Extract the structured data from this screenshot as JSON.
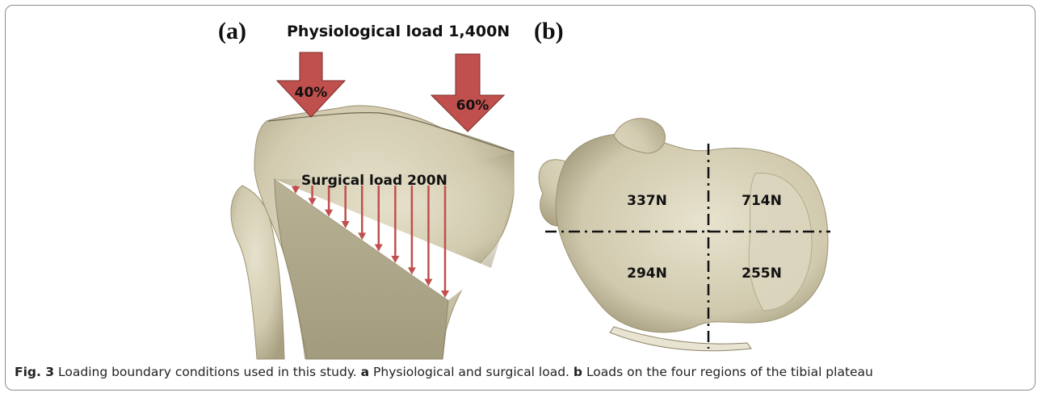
{
  "figure": {
    "panel_a": {
      "label": "(a)",
      "title": "Physiological load 1,400N",
      "arrow_left_percent": "40%",
      "arrow_right_percent": "60%",
      "surgical_label": "Surgical load 200N"
    },
    "panel_b": {
      "label": "(b)",
      "regions": {
        "top_left": "337N",
        "top_right": "714N",
        "bottom_left": "294N",
        "bottom_right": "255N"
      }
    },
    "colors": {
      "arrow": "#c0504d",
      "bone": "#d6d0b8",
      "bone_shadow": "#b3ab8d"
    }
  },
  "caption": {
    "fig_label": "Fig. 3",
    "text_intro": " Loading boundary conditions used in this study. ",
    "part_a_label": "a",
    "part_a_text": " Physiological and surgical load. ",
    "part_b_label": "b",
    "part_b_text": " Loads on the four regions of the tibial plateau"
  }
}
